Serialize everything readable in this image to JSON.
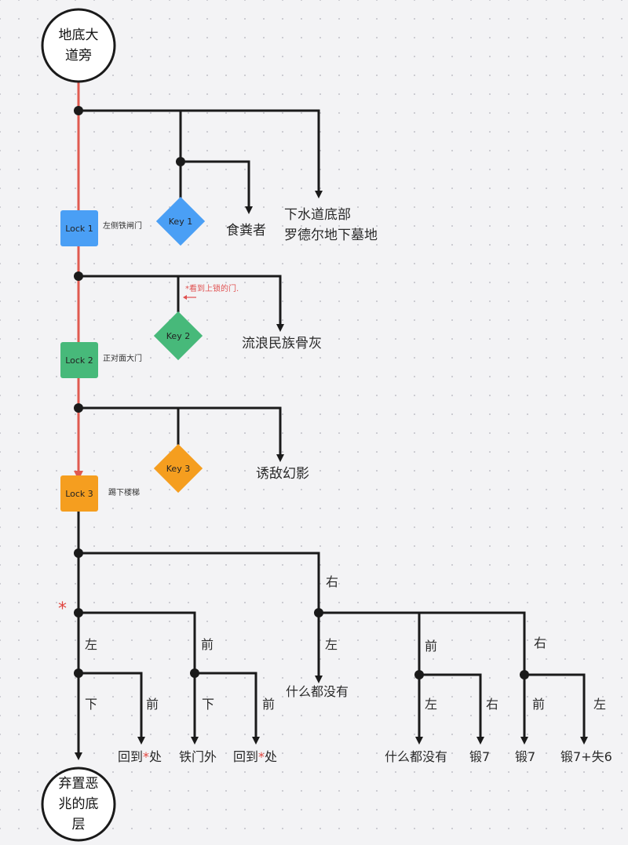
{
  "colors": {
    "main_line": "#e05a4f",
    "line": "#1a1a1a",
    "lock1": "#4a9ff5",
    "lock2": "#47b97a",
    "lock3": "#f59e1f",
    "key1": "#4a9ff5",
    "key2": "#47b97a",
    "key3": "#f59e1f",
    "note": "#e05050"
  },
  "start_node": {
    "line1": "地底大",
    "line2": "道旁"
  },
  "end_node": {
    "line1": "弃置恶",
    "line2": "兆的底",
    "line3": "层"
  },
  "locks": [
    {
      "label": "Lock 1",
      "desc": "左侧铁闸门"
    },
    {
      "label": "Lock 2",
      "desc": "正对面大门"
    },
    {
      "label": "Lock 3",
      "desc": "踢下楼梯"
    }
  ],
  "keys": [
    {
      "label": "Key 1"
    },
    {
      "label": "Key 2"
    },
    {
      "label": "Key 3"
    }
  ],
  "destinations": {
    "eater": "食粪者",
    "sewer_line1": "下水道底部",
    "sewer_line2": "罗德尔地下墓地",
    "ash": "流浪民族骨灰",
    "phantom": "诱敌幻影"
  },
  "note": {
    "star": "*",
    "text": "看到上锁的门."
  },
  "marker_star": "*",
  "labels": {
    "right": "右",
    "left": "左",
    "front": "前",
    "down": "下"
  },
  "results": {
    "back_to": "回到",
    "star": "*",
    "place": "处",
    "gate_outside": "铁门外",
    "nothing": "什么都没有",
    "smith7": "锻7",
    "smith7_plus": "锻7+失6"
  }
}
